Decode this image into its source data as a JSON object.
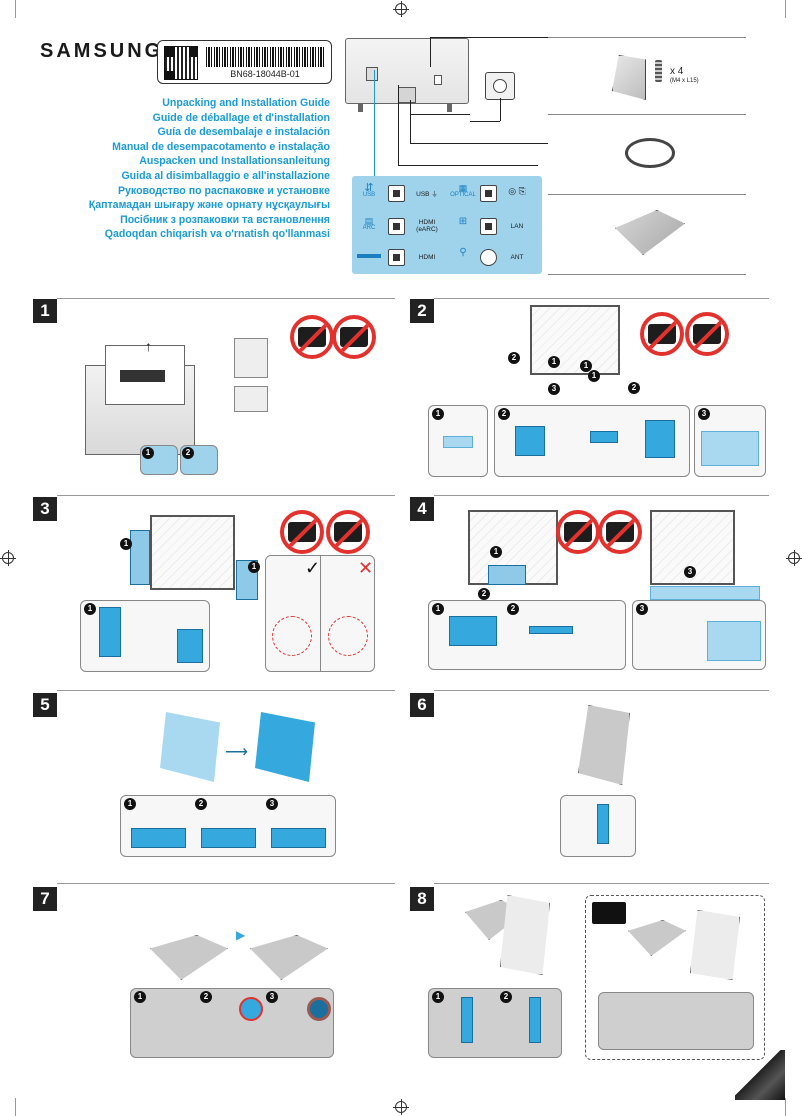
{
  "brand": "SAMSUNG",
  "label": {
    "doc_number": "BN68-18044B-01"
  },
  "titles": [
    "Unpacking and Installation Guide",
    "Guide de déballage et d'installation",
    "Guía de desembalaje e instalación",
    "Manual de desempacotamento e instalação",
    "Auspacken und Installationsanleitung",
    "Guida al disimballaggio e all'installazione",
    "Руководство по распаковке и установке",
    "Қаптамадан шығару және орнату нұсқаулығы",
    "Посібник з розпаковки та встановлення",
    "Qadoqdan chiqarish va o'rnatish qo'llanmasi"
  ],
  "ports": {
    "usb_icon": "USB",
    "usb": "USB",
    "usb_power": "⏚",
    "optical": "OPTICAL",
    "arc": "ARC",
    "hdmi_earc_1": "HDMI",
    "hdmi_earc_2": "(eARC)",
    "lan": "LAN",
    "hdmi": "HDMI",
    "ant": "ANT"
  },
  "accessories": {
    "screw_qty": "x 4",
    "screw_size": "(M4 x L15)"
  },
  "steps": [
    "1",
    "2",
    "3",
    "4",
    "5",
    "6",
    "7",
    "8"
  ],
  "callouts": {
    "c1": "1",
    "c2": "2",
    "c3": "3"
  },
  "marks": {
    "ok": "✓",
    "no": "✕"
  },
  "colors": {
    "accent": "#1a9bd7",
    "stand_blue": "#35a9dd",
    "warn_red": "#e2322e"
  }
}
